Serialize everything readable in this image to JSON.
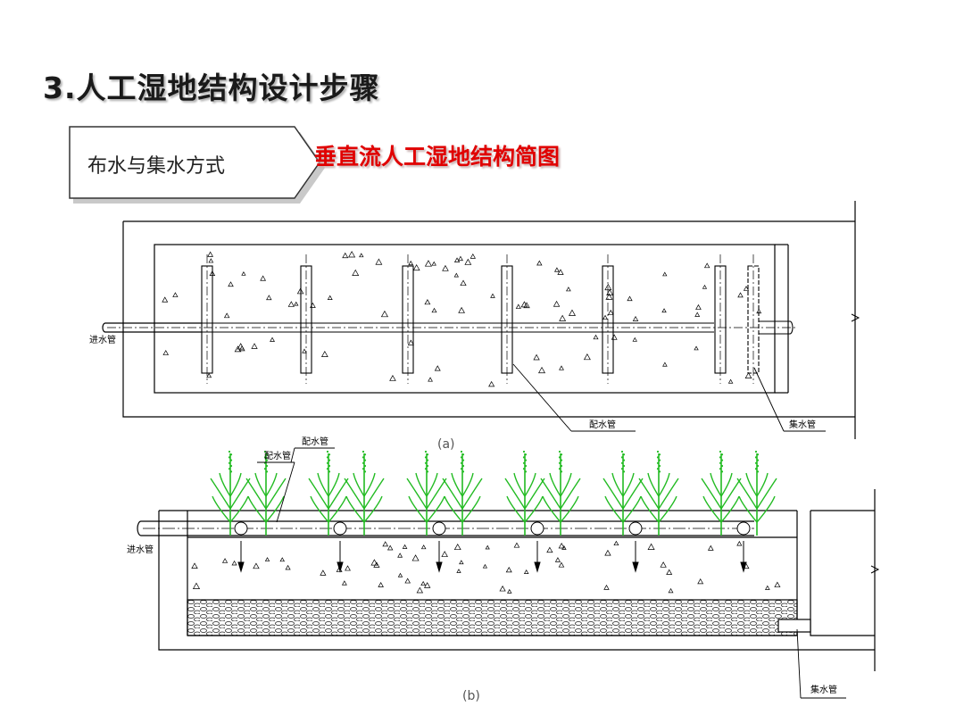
{
  "page": {
    "title": "3.人工湿地结构设计步骤",
    "tag_label": "布水与集水方式",
    "subtitle": "垂直流人工湿地结构简图"
  },
  "diagram": {
    "plan_view": {
      "inlet_label": "进水管",
      "distribution_label": "配水管",
      "collection_label": "集水管",
      "caption": "(a)"
    },
    "section_view": {
      "inlet_label": "进水管",
      "distribution_label_1": "配水管",
      "distribution_label_2": "配水管",
      "collection_label": "集水管",
      "caption": "(b)"
    }
  },
  "colors": {
    "title": "#1a1a1a",
    "subtitle": "#e00000",
    "plant": "#22bb22",
    "line": "#000000"
  }
}
